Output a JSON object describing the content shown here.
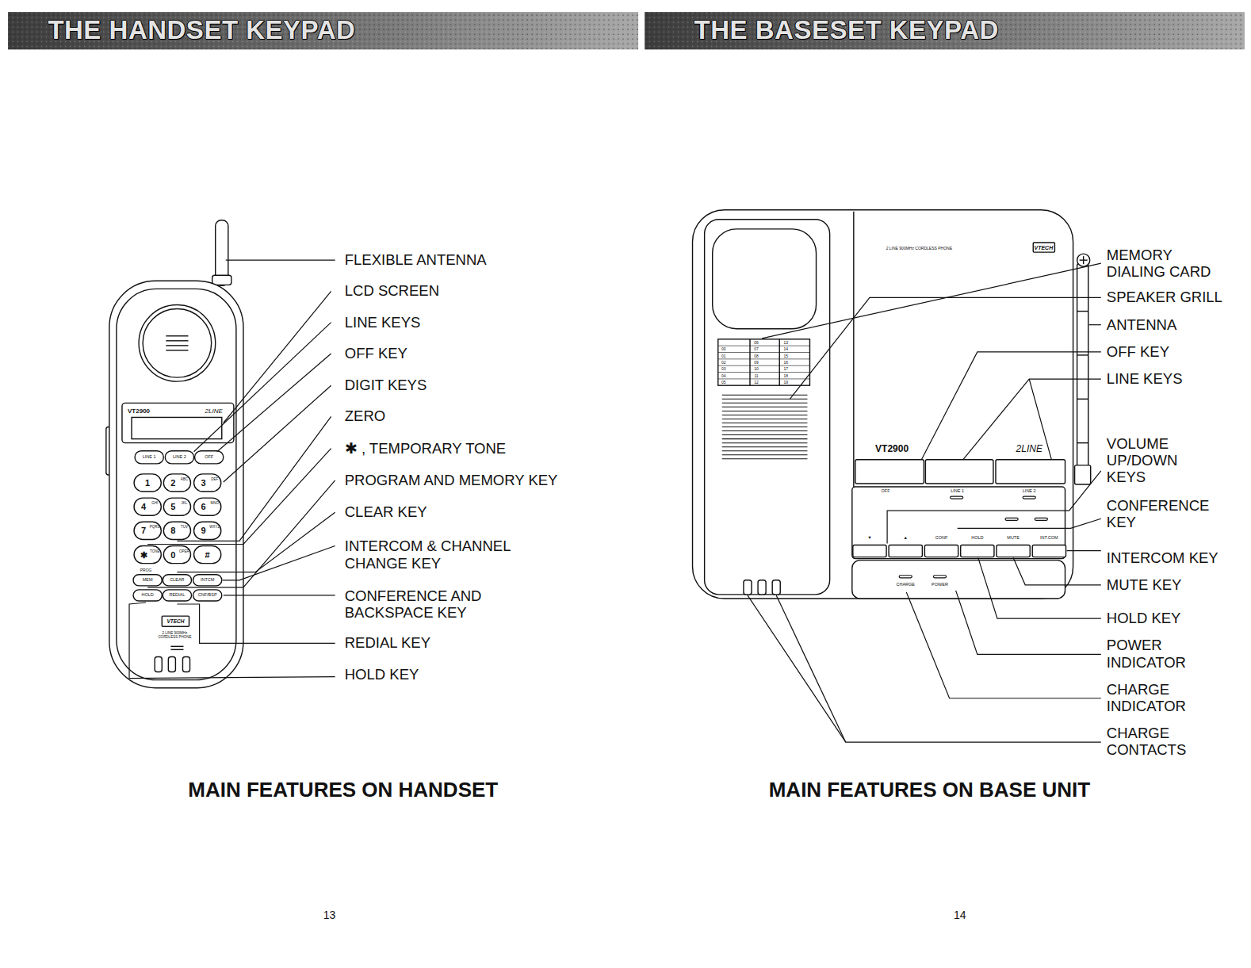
{
  "diagram": {
    "labels": [
      "THE HANDSET KEYPAD",
      "THE BASESET KEYPAD",
      "FLEXIBLE ANTENNA",
      "LCD SCREEN",
      "LINE KEYS",
      "OFF KEY",
      "DIGIT KEYS",
      "ZERO",
      "✱ , TEMPORARY TONE",
      "PROGRAM AND MEMORY KEY",
      "CLEAR KEY",
      "INTERCOM & CHANNEL CHANGE KEY",
      "CONFERENCE AND BACKSPACE KEY",
      "REDIAL KEY",
      "HOLD KEY",
      "MAIN FEATURES ON HANDSET",
      "MEMORY DIALING CARD",
      "SPEAKER GRILL",
      "ANTENNA",
      "OFF KEY",
      "LINE KEYS",
      "VOLUME UP/DOWN KEYS",
      "CONFERENCE KEY",
      "INTERCOM KEY",
      "MUTE KEY",
      "HOLD KEY",
      "POWER INDICATOR",
      "CHARGE INDICATOR",
      "CHARGE CONTACTS",
      "MAIN FEATURES ON BASE UNIT",
      "13",
      "14",
      "VT2900",
      "2LINE",
      "LINE 1",
      "LINE 2",
      "OFF",
      "1",
      "2",
      "ABC",
      "3",
      "DEF",
      "4",
      "GHI",
      "5",
      "JKL",
      "6",
      "MNO",
      "7",
      "PQRS",
      "8",
      "TUV",
      "9",
      "WXYZ",
      "✱",
      "TONE",
      "0",
      "OPER",
      "#",
      "PROG",
      "MEM",
      "CLEAR",
      "INTCM",
      "HOLD",
      "REDIAL",
      "CNF/BSP",
      "VTECH",
      "2 LINE 900MHz CORDLESS PHONE",
      "2 LINE 900MHz CORDLESS PHONE",
      "VTECH",
      "VT2900",
      "2LINE",
      "OFF",
      "LINE 1",
      "LINE 2",
      "▼",
      "▲",
      "CONF",
      "HOLD",
      "MUTE",
      "INT.COM",
      "CHARGE",
      "POWER",
      "00",
      "01",
      "02",
      "03",
      "04",
      "05",
      "06",
      "07",
      "08",
      "09",
      "10",
      "11",
      "12",
      "13",
      "14",
      "15",
      "16",
      "17",
      "18",
      "19"
    ]
  }
}
